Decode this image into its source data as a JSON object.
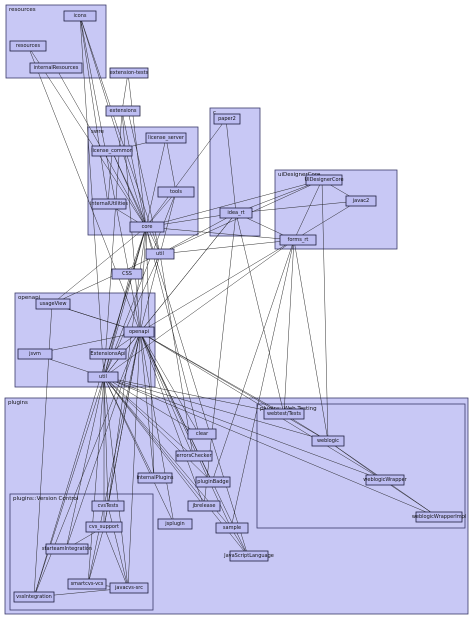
{
  "clusters": {
    "resources": "resources",
    "swre": "swre",
    "c": "c",
    "uidesigner_core": "uiDesignerCore",
    "openapi": "openapi",
    "plugins": "plugins",
    "plugins_web_test": "plugins::Web Testing",
    "plugins_vc": "plugins::Version Control"
  },
  "nodes": {
    "icons": "icons",
    "resources": "resources",
    "internal_resources": "internalResources",
    "extension_tests": "extension-tests",
    "extensions": "extensions",
    "license_server": "license_server",
    "license_common": "license_common",
    "tools": "tools",
    "internal_utilities": "internalUtilities",
    "paper2": "paper2",
    "idea_rt": "idea_rt",
    "ui_designer_core": "UIDesignerCore",
    "javac2": "javac2",
    "forms_rt": "forms_rt",
    "core": "core",
    "util": "util",
    "css": "CSS",
    "usage_view": "usageView",
    "openapi": "openapi",
    "extensions_api": "ExtensionsApi",
    "jsvm": "jsvm",
    "util2": "util",
    "web_tests": "webtest/Tests",
    "weblogic": "weblogic",
    "weblogic_wrapper": "weblogicWrapper",
    "weblogic_wrapper_impl": "weblogicWrapperImpl",
    "internal_plugins": "internalPlugins",
    "clear": "clear",
    "errors_checker": "errorsChecker",
    "plugin_badge": "pluginBadge",
    "jbrelease": "jbrelease",
    "jsplugin": "jsplugin",
    "sample": "sample",
    "java_script_language": "JavaScriptLanguage",
    "cvs_tests": "cvsTests",
    "cvs_support": "cvs_support",
    "starteam_integration": "starteamIntegration",
    "intellij_vcs": "smartcvs-vcs",
    "javacvs_src": "javacvs-src",
    "vss_integration": "vssIntegration"
  }
}
